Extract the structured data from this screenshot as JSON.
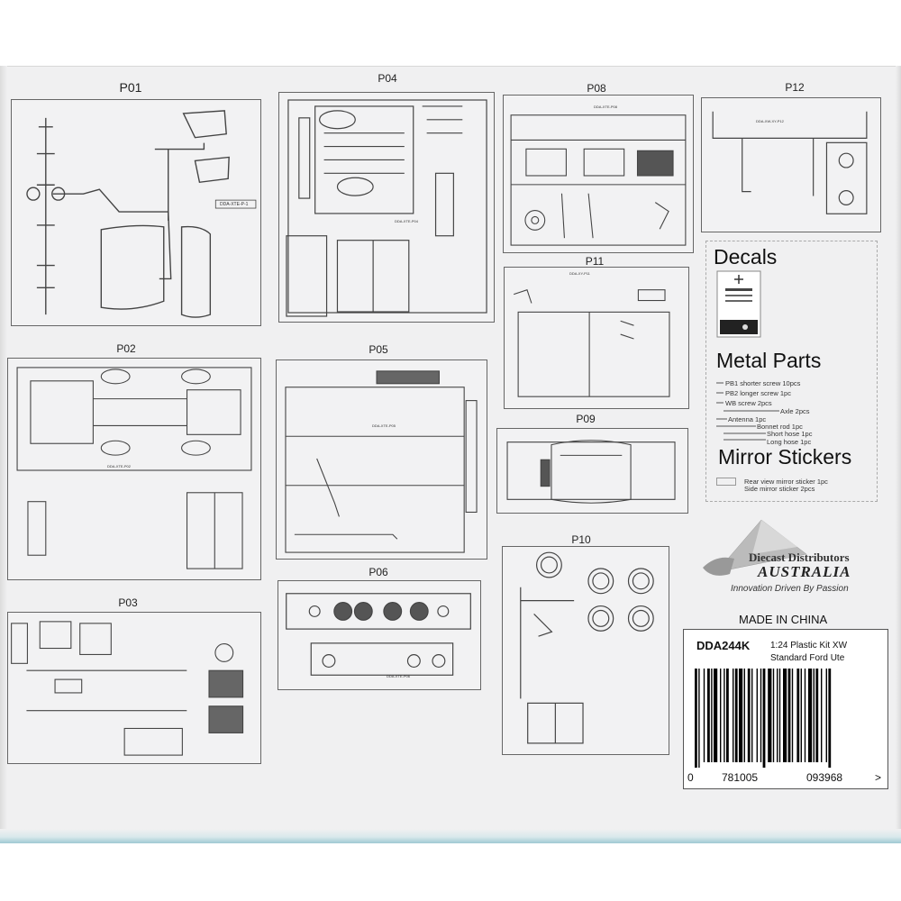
{
  "panels": {
    "p01": "P01",
    "p04": "P04",
    "p08": "P08",
    "p12": "P12",
    "p02": "P02",
    "p05": "P05",
    "p11": "P11",
    "p09": "P09",
    "p03": "P03",
    "p06": "P06",
    "p10": "P10"
  },
  "sprue_tags": {
    "p01": "DDA-XTE-P-1",
    "p04": "DDA-XTE-P04",
    "p08": "DDA-XTE-P08",
    "p12": "DDA-XW-XY-P12",
    "p02": "DDA-XTE-P02",
    "p05": "DDA-XTE-P05",
    "p11": "DDA-XY-P11",
    "p06": "DDA-XTE-P06"
  },
  "sections": {
    "decals": "Decals",
    "metal_parts": "Metal Parts",
    "mirror_stickers": "Mirror Stickers"
  },
  "metal_items": [
    "PB1 shorter screw 10pcs",
    "PB2 longer screw 1pc",
    "WB screw 2pcs",
    "Axle 2pcs",
    "Antenna 1pc",
    "Bonnet rod 1pc",
    "Short hose 1pc",
    "Long hose 1pc"
  ],
  "mirror_items": [
    "Rear view mirror sticker 1pc",
    "Side mirror sticker 2pcs"
  ],
  "brand": {
    "name_line1": "Diecast Distributors",
    "name_line2": "AUSTRALIA",
    "tagline": "Innovation Driven By Passion"
  },
  "made_in": "MADE IN CHINA",
  "product": {
    "code": "DDA244K",
    "desc_line1": "1:24 Plastic Kit XW",
    "desc_line2": "Standard Ford Ute"
  },
  "barcode": {
    "d0": "0",
    "d1": "781005",
    "d2": "093968",
    "d3": ">"
  }
}
